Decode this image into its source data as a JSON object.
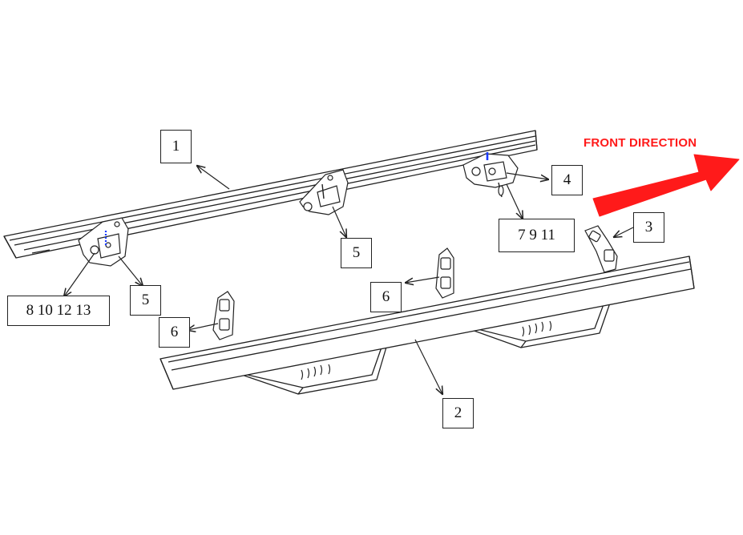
{
  "callouts": {
    "c1": "1",
    "c2": "2",
    "c3": "3",
    "c4": "4",
    "c5a": "5",
    "c5b": "5",
    "c6a": "6",
    "c6b": "6",
    "c7": "7 9 11",
    "c8": "8 10 12 13"
  },
  "front_label": "FRONT DIRECTION",
  "colors": {
    "arrow": "#ff1a1a",
    "line": "#222222",
    "bolt": "#1a3cff"
  }
}
